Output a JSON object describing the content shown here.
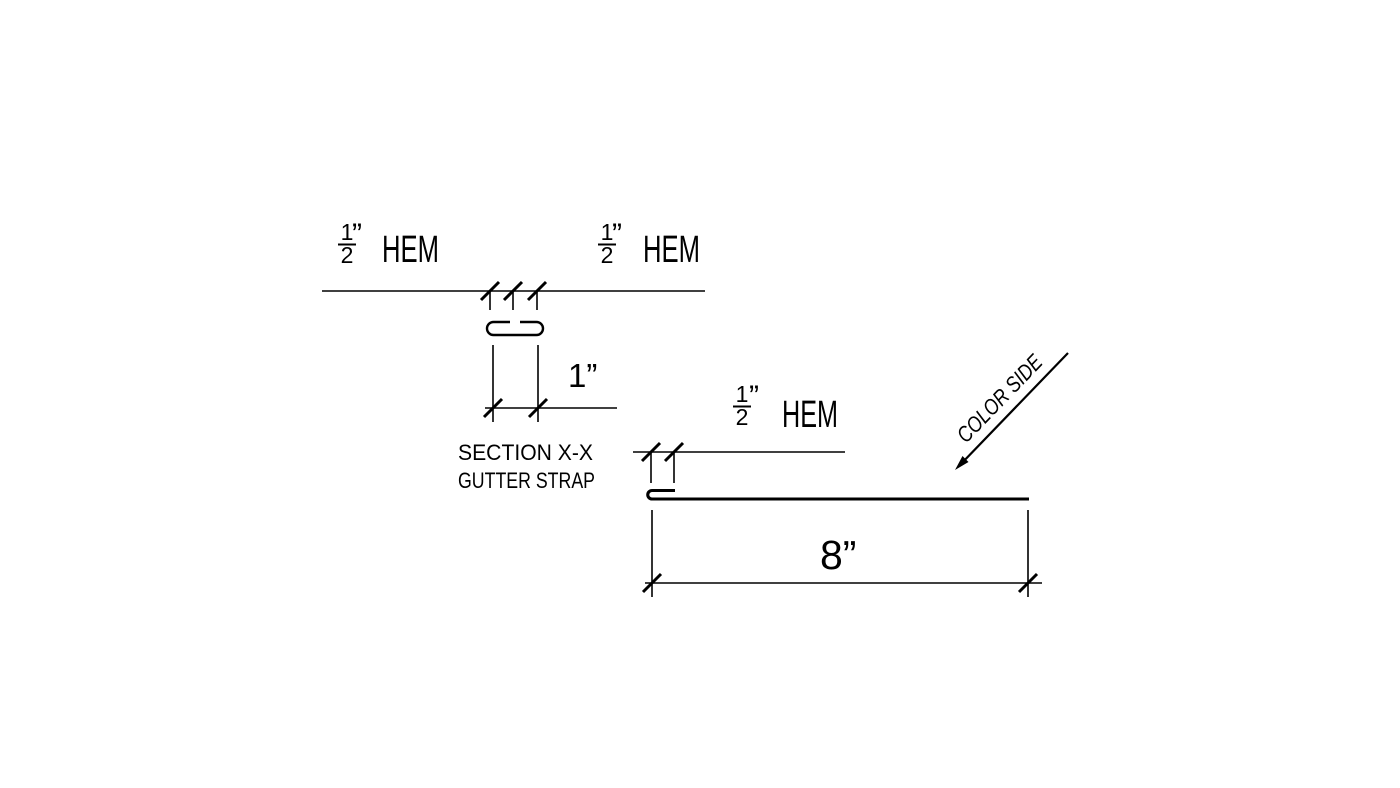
{
  "page": {
    "background": "#ffffff",
    "line_color": "#000000"
  },
  "section_view": {
    "hem_left": {
      "numerator": "1",
      "denominator": "2",
      "unit": "”",
      "word": "HEM"
    },
    "hem_right": {
      "numerator": "1",
      "denominator": "2",
      "unit": "”",
      "word": "HEM"
    },
    "width_dim": "1”",
    "title_line1": "SECTION X-X",
    "title_line2": "GUTTER STRAP"
  },
  "strap_view": {
    "hem": {
      "numerator": "1",
      "denominator": "2",
      "unit": "”",
      "word": "HEM"
    },
    "length_dim": "8”",
    "color_side_label": "COLOR SIDE"
  }
}
